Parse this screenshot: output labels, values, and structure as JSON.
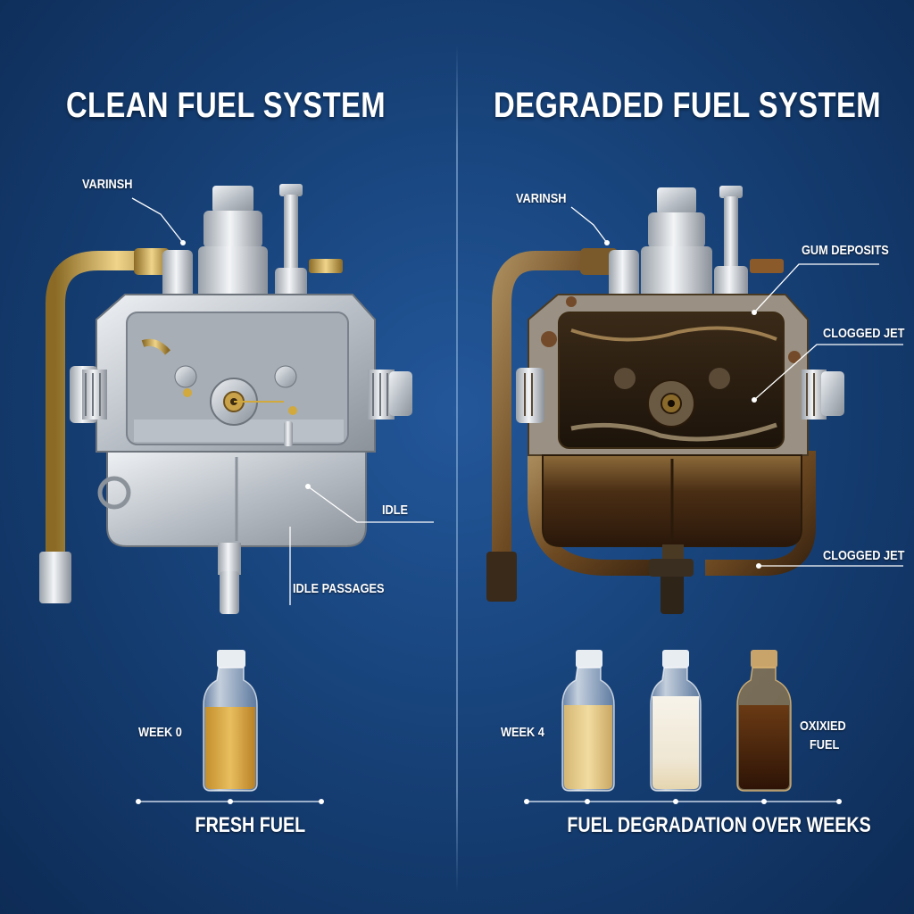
{
  "left_panel": {
    "title": "CLEAN FUEL SYSTEM",
    "labels": {
      "varnish": "VARINSH",
      "idle": "IDLE",
      "idle_passages": "IDLE PASSAGES",
      "week": "WEEK 0"
    },
    "caption": "FRESH FUEL"
  },
  "right_panel": {
    "title": "DEGRADED FUEL SYSTEM",
    "labels": {
      "varnish": "VARINSH",
      "gum_deposits": "GUM DEPOSITS",
      "clogged_jet_top": "CLOGGED JET",
      "clogged_jet_bottom": "CLOGGED JET",
      "week": "WEEK 4",
      "oxidized_fuel_line1": "OXIXIED",
      "oxidized_fuel_line2": "FUEL"
    },
    "caption": "FUEL DEGRADATION OVER WEEKS"
  },
  "colors": {
    "background": "#174279",
    "metal_clean": "#c9ced4",
    "brass": "#c9a24a",
    "rust": "#7a4a1c",
    "fresh_fuel": "#d6a63a",
    "cloudy_fuel": "#f2ece0",
    "oxidized_fuel": "#4a2410"
  }
}
